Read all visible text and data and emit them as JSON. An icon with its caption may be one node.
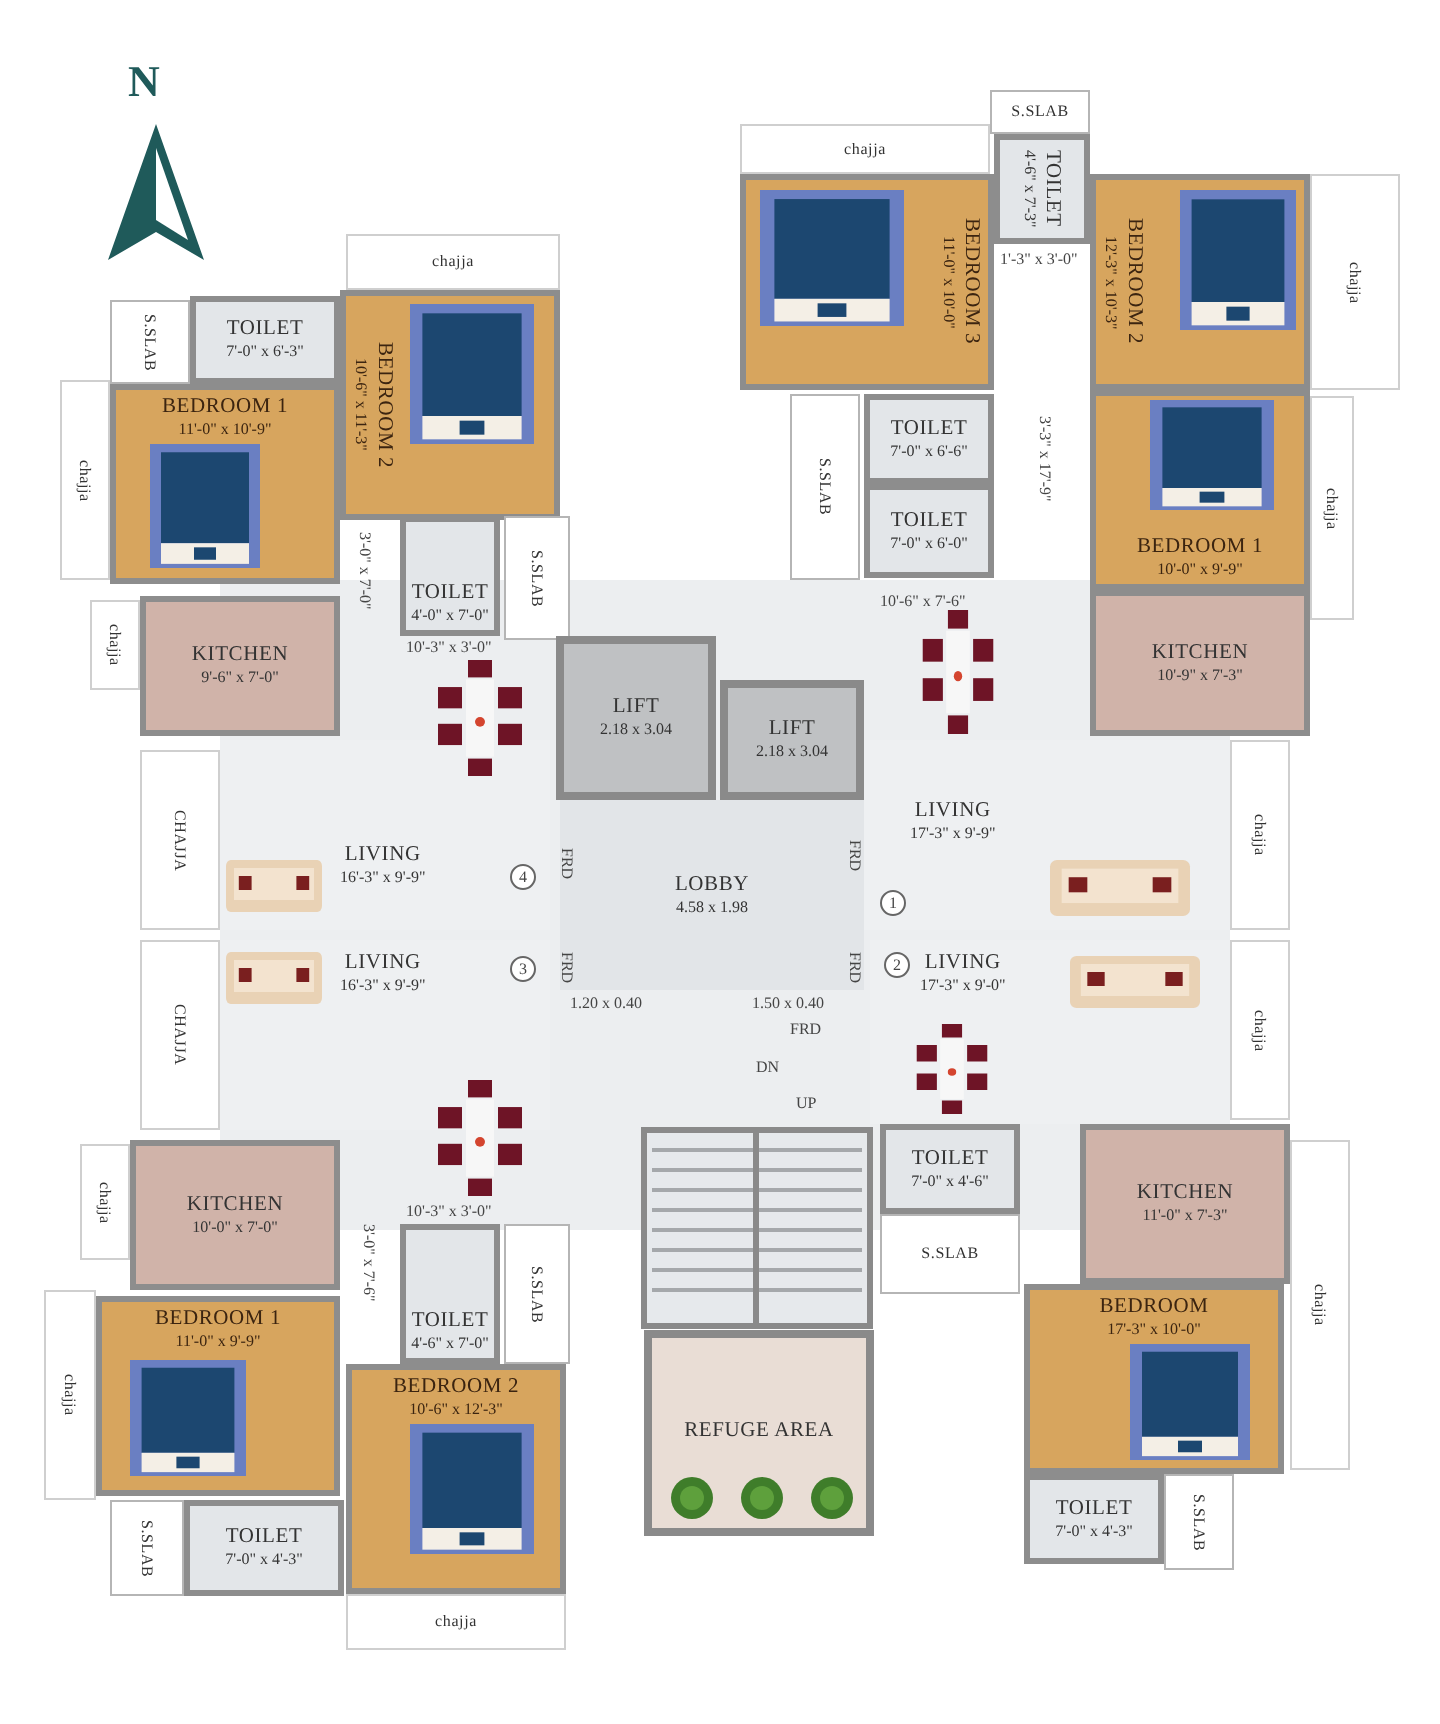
{
  "diagram": {
    "nodes": [
      {
        "text": [
          "chajja"
        ]
      },
      {
        "text": [
          "S.SLAB"
        ]
      },
      {
        "text": [
          "TOILET",
          "7'-0\" x 6'-3\""
        ]
      },
      {
        "text": [
          "BEDROOM 2",
          "10'-6\" x 11'-3\""
        ]
      },
      {
        "text": [
          "chajja"
        ]
      },
      {
        "text": [
          "BEDROOM 1",
          "11'-0\" x 10'-9\""
        ]
      },
      {
        "text": [
          "TOILET",
          "4'-0\" x 7'-0\""
        ]
      },
      {
        "text": [
          "S.SLAB"
        ]
      },
      {
        "text": [
          "KITCHEN",
          "9'-6\" x 7'-0\""
        ]
      },
      {
        "text": [
          "chajja"
        ]
      },
      {
        "text": [
          "LIVING",
          "16'-3\" x 9'-9\""
        ]
      },
      {
        "text": [
          "CHAJJA"
        ]
      },
      {
        "text": [
          "chajja"
        ]
      },
      {
        "text": [
          "S.SLAB"
        ]
      },
      {
        "text": [
          "BEDROOM 3",
          "11'-0\" x 10'-0\""
        ]
      },
      {
        "text": [
          "TOILET",
          "4'-6\" x 7'-3\""
        ]
      },
      {
        "text": [
          "BEDROOM 2",
          "12'-3\" x 10'-3\""
        ]
      },
      {
        "text": [
          "chajja"
        ]
      },
      {
        "text": [
          "S.SLAB"
        ]
      },
      {
        "text": [
          "TOILET",
          "7'-0\" x 6'-6\""
        ]
      },
      {
        "text": [
          "TOILET",
          "7'-0\" x 6'-0\""
        ]
      },
      {
        "text": [
          "BEDROOM 1",
          "10'-0\" x 9'-9\""
        ]
      },
      {
        "text": [
          "chajja"
        ]
      },
      {
        "text": [
          "KITCHEN",
          "10'-9\" x 7'-3\""
        ]
      },
      {
        "text": [
          "LIVING",
          "17'-3\" x 9'-9\""
        ]
      },
      {
        "text": [
          "chajja"
        ]
      },
      {
        "text": [
          "LIFT",
          "2.18 x 3.04"
        ]
      },
      {
        "text": [
          "LIFT",
          "2.18 x 3.04"
        ]
      },
      {
        "text": [
          "LOBBY",
          "4.58 x 1.98"
        ]
      },
      {
        "text": [
          "LIVING",
          "16'-3\" x 9'-9\""
        ]
      },
      {
        "text": [
          "CHAJJA"
        ]
      },
      {
        "text": [
          "KITCHEN",
          "10'-0\" x 7'-0\""
        ]
      },
      {
        "text": [
          "chajja"
        ]
      },
      {
        "text": [
          "TOILET",
          "4'-6\" x 7'-0\""
        ]
      },
      {
        "text": [
          "S.SLAB"
        ]
      },
      {
        "text": [
          "BEDROOM 1",
          "11'-0\" x 9'-9\""
        ]
      },
      {
        "text": [
          "chajja"
        ]
      },
      {
        "text": [
          "BEDROOM 2",
          "10'-6\" x 12'-3\""
        ]
      },
      {
        "text": [
          "S.SLAB"
        ]
      },
      {
        "text": [
          "TOILET",
          "7'-0\" x 4'-3\""
        ]
      },
      {
        "text": [
          "chajja"
        ]
      },
      {
        "text": [
          "LIVING",
          "17'-3\" x 9'-0\""
        ]
      },
      {
        "text": [
          "chajja"
        ]
      },
      {
        "text": [
          "TOILET",
          "7'-0\" x 4'-6\""
        ]
      },
      {
        "text": [
          "KITCHEN",
          "11'-0\" x 7'-3\""
        ]
      },
      {
        "text": [
          "S.SLAB"
        ]
      },
      {
        "text": [
          "BEDROOM",
          "17'-3\" x 10'-0\""
        ]
      },
      {
        "text": [
          "chajja"
        ]
      },
      {
        "text": [
          "TOILET",
          "7'-0\" x 4'-3\""
        ]
      },
      {
        "text": [
          "S.SLAB"
        ]
      },
      {
        "text": [
          "REFUGE AREA"
        ]
      }
    ],
    "labels": [
      "N",
      "3'-0\" x 7'-0\"",
      "10'-3\" x 3'-0\"",
      "4",
      "FRD",
      "1'-3\" x 3'-0\"",
      "3'-3\" x 17'-9\"",
      "10'-6\" x 7'-6\"",
      "1",
      "FRD",
      "3",
      "FRD",
      "1.20 x 0.40",
      "2",
      "FRD",
      "1.50 x 0.40",
      "FRD",
      "DN",
      "UP",
      "10'-3\" x 3'-0\"",
      "3'-0\" x 7'-6\""
    ]
  }
}
